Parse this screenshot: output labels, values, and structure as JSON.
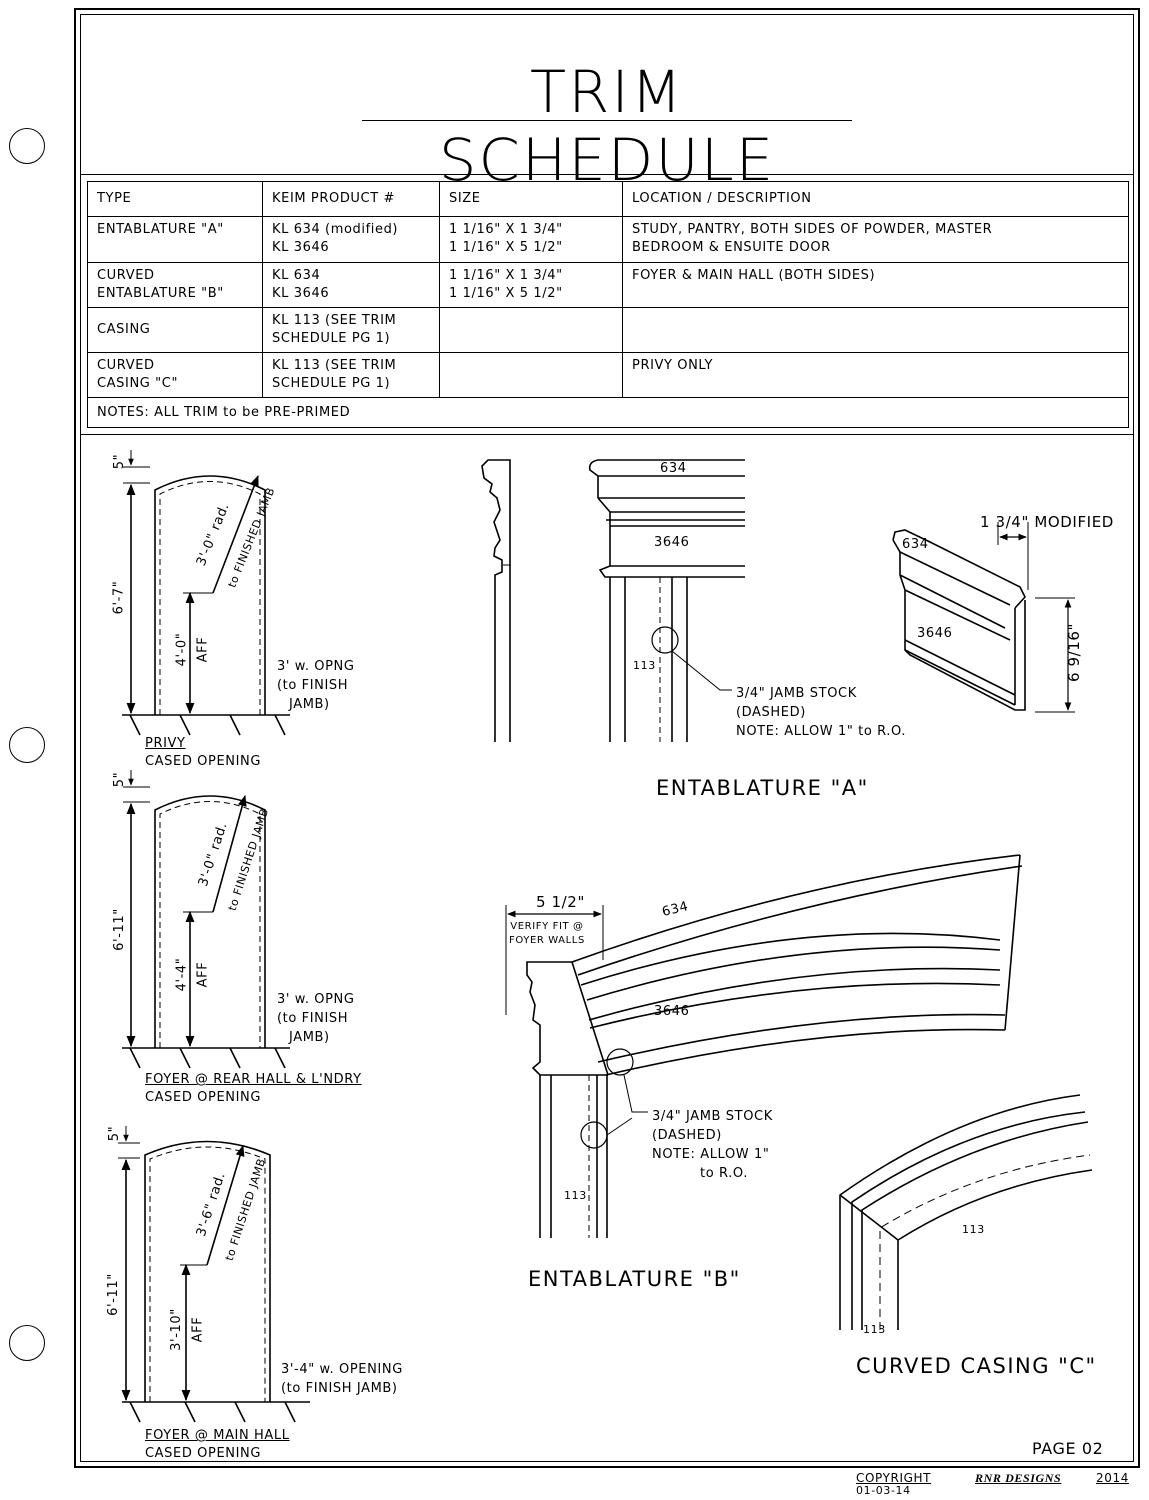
{
  "title": "TRIM SCHEDULE",
  "table": {
    "headers": [
      "TYPE",
      "KEIM PRODUCT #",
      "SIZE",
      "LOCATION / DESCRIPTION"
    ],
    "rows": [
      {
        "type": [
          "ENTABLATURE \"A\""
        ],
        "product": [
          "KL 634 (modified)",
          "KL 3646"
        ],
        "size": [
          "1 1/16\" X 1 3/4\"",
          "1 1/16\" X 5 1/2\""
        ],
        "location": [
          "STUDY, PANTRY, BOTH SIDES OF POWDER, MASTER",
          "BEDROOM & ENSUITE DOOR"
        ]
      },
      {
        "type": [
          "CURVED",
          "ENTABLATURE \"B\""
        ],
        "product": [
          "KL 634",
          "KL 3646"
        ],
        "size": [
          "1 1/16\" X 1 3/4\"",
          "1 1/16\" X 5 1/2\""
        ],
        "location": [
          "FOYER & MAIN HALL (BOTH SIDES)"
        ]
      },
      {
        "type": [
          "CASING"
        ],
        "product": [
          "KL 113 (SEE TRIM",
          "SCHEDULE PG 1)"
        ],
        "size": [],
        "location": []
      },
      {
        "type": [
          "CURVED",
          "CASING \"C\""
        ],
        "product": [
          "KL 113 (SEE TRIM",
          "SCHEDULE PG 1)"
        ],
        "size": [],
        "location": [
          "PRIVY ONLY"
        ]
      }
    ],
    "notes": "NOTES: ALL TRIM to be PRE-PRIMED"
  },
  "openings": [
    {
      "top_dim": "5\"",
      "height_dim": "6'-7\"",
      "radius": "3'-0\" rad.",
      "radius_note": "to FINISHED JAMB",
      "aff": "4'-0\"",
      "aff_label": "AFF",
      "width_lines": [
        "3' w. OPNG",
        "(to FINISH",
        "JAMB)"
      ],
      "name": "PRIVY",
      "subtitle": "CASED OPENING"
    },
    {
      "top_dim": "5\"",
      "height_dim": "6'-11\"",
      "radius": "3'-0\" rad.",
      "radius_note": "to FINISHED JAMB",
      "aff": "4'-4\"",
      "aff_label": "AFF",
      "width_lines": [
        "3' w. OPNG",
        "(to FINISH",
        "JAMB)"
      ],
      "name": "FOYER @ REAR HALL & L'NDRY",
      "subtitle": "CASED OPENING"
    },
    {
      "top_dim": "5\"",
      "height_dim": "6'-11\"",
      "radius": "3'-6\" rad.",
      "radius_note": "to FINISHED JAMB",
      "aff": "3'-10\"",
      "aff_label": "AFF",
      "width_lines": [
        "3'-4\" w. OPENING",
        "(to FINISH JAMB)"
      ],
      "name": "FOYER @ MAIN HALL",
      "subtitle": "CASED OPENING"
    }
  ],
  "entablature_a": {
    "title": "ENTABLATURE \"A\"",
    "label_634": "634",
    "label_3646": "3646",
    "label_113": "113",
    "jamb_note": [
      "3/4\" JAMB STOCK",
      "(DASHED)",
      "NOTE: ALLOW 1\" to R.O."
    ],
    "modified": "1 3/4\" MODIFIED",
    "height": "6 9/16\""
  },
  "entablature_b": {
    "title": "ENTABLATURE \"B\"",
    "width": "5 1/2\"",
    "verify": [
      "VERIFY FIT @",
      "FOYER WALLS"
    ],
    "label_634": "634",
    "label_3646": "3646",
    "label_113": "113",
    "jamb_note": [
      "3/4\" JAMB STOCK",
      "(DASHED)",
      "NOTE: ALLOW 1\"",
      "to R.O."
    ]
  },
  "curved_casing": {
    "title": "CURVED CASING \"C\"",
    "label_a": "113",
    "label_b": "113"
  },
  "page": "PAGE 02",
  "footer": {
    "copyright": "COPYRIGHT",
    "firm": "RNR DESIGNS",
    "year": "2014",
    "date": "01-03-14"
  }
}
